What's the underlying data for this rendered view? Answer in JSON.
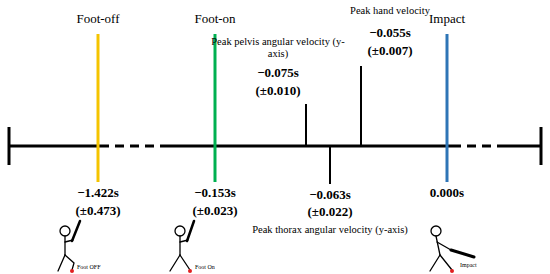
{
  "diagram": {
    "labels": [
      "Foot-off",
      "Foot-on",
      "Peak hand velocity",
      "Impact",
      "−0.055s",
      "(±0.007)",
      "Peak pelvis angular velocity (y-axis)",
      "−0.075s",
      "(±0.010)",
      "−0.063s",
      "(±0.022)",
      "−1.422s",
      "(±0.473)",
      "−0.153s",
      "(±0.023)",
      "0.000s",
      "Peak thorax angular velocity (y-axis)",
      "Foot OFF",
      "Foot On",
      "Impact"
    ]
  }
}
